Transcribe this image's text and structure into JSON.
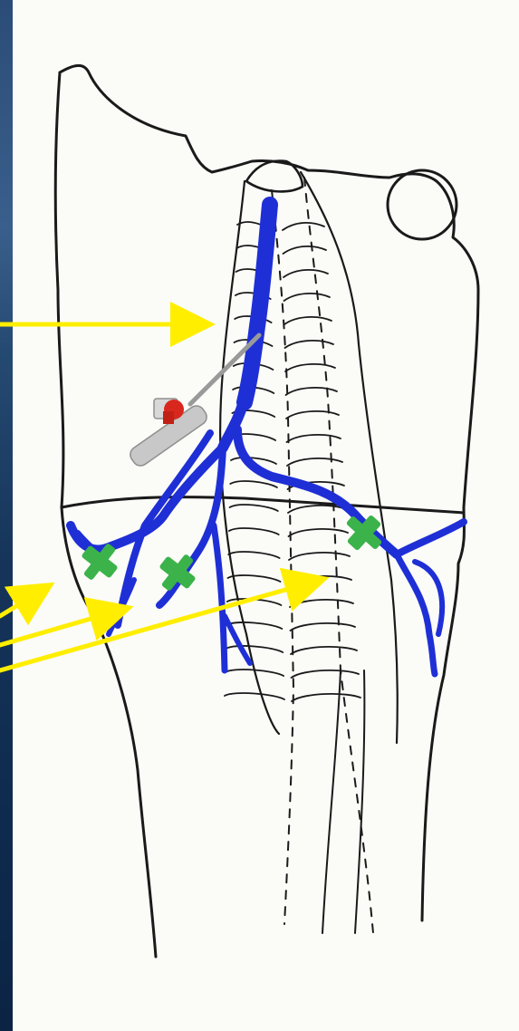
{
  "figure": {
    "colors": {
      "backdrop": "#1d3a5c",
      "paper": "#fbfbf8",
      "outline": "#1a1a1a",
      "vein": "#1f2fd6",
      "arrow": "#ffee00",
      "catheter_wing": "#3bb34a",
      "cannula_cap": "#d8281e",
      "cannula_body": "#c8c8c8"
    },
    "parts": [
      "limb-outline",
      "spinal-column",
      "vertebral-ribs",
      "venous-tree",
      "iv-cannula",
      "wing-catheters",
      "pointer-arrows"
    ]
  }
}
